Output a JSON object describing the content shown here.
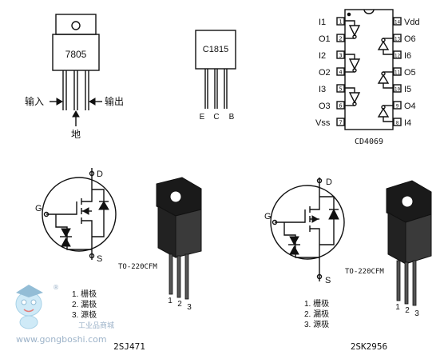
{
  "regulator": {
    "part": "7805",
    "input_label": "输入",
    "output_label": "输出",
    "ground_label": "地"
  },
  "transistor": {
    "part": "C1815",
    "pins": [
      "E",
      "C",
      "B"
    ]
  },
  "cd4069": {
    "part": "CD4069",
    "left_pins": [
      {
        "num": "1",
        "name": "I1"
      },
      {
        "num": "2",
        "name": "O1"
      },
      {
        "num": "3",
        "name": "I2"
      },
      {
        "num": "4",
        "name": "O2"
      },
      {
        "num": "5",
        "name": "I3"
      },
      {
        "num": "6",
        "name": "O3"
      },
      {
        "num": "7",
        "name": "Vss"
      }
    ],
    "right_pins": [
      {
        "num": "14",
        "name": "Vdd"
      },
      {
        "num": "13",
        "name": "O6"
      },
      {
        "num": "12",
        "name": "I6"
      },
      {
        "num": "11",
        "name": "O5"
      },
      {
        "num": "10",
        "name": "I5"
      },
      {
        "num": "9",
        "name": "O4"
      },
      {
        "num": "8",
        "name": "I4"
      }
    ]
  },
  "mosfet_left": {
    "drain": "D",
    "gate": "G",
    "source": "S",
    "package": "TO-220CFM",
    "pin_numbers": [
      "1",
      "2",
      "3"
    ],
    "pin_list": [
      "1. 栅极",
      "2. 漏极",
      "3. 源极"
    ],
    "part": "2SJ471"
  },
  "mosfet_right": {
    "drain": "D",
    "gate": "G",
    "source": "S",
    "package": "TO-220CFM",
    "pin_numbers": [
      "1",
      "2",
      "3"
    ],
    "pin_list": [
      "1. 栅极",
      "2. 漏极",
      "3. 源极"
    ],
    "part": "2SK2956"
  },
  "watermark": {
    "site": "www.gongboshi.com",
    "brand": "工业品商城",
    "reg": "®"
  }
}
